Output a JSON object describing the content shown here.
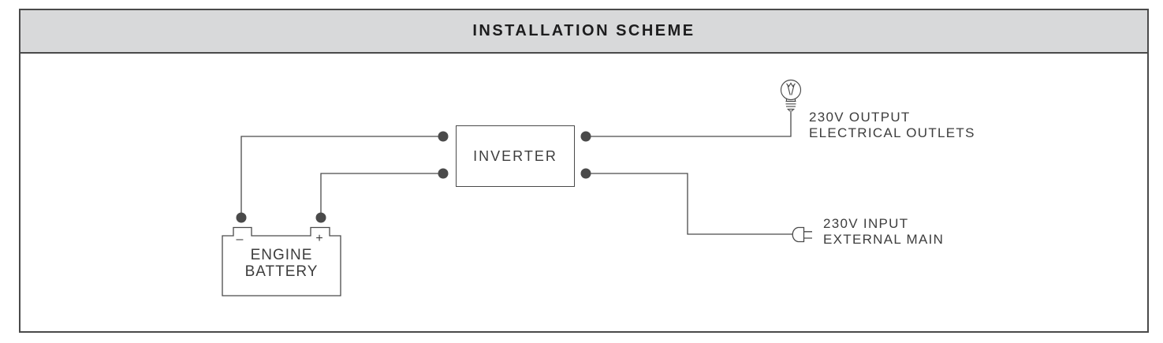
{
  "header": {
    "title": "INSTALLATION SCHEME"
  },
  "colors": {
    "line": "#4a4a4a",
    "text": "#3d3d3d",
    "header_bg": "#d8d9da",
    "title_text": "#1d1d1e",
    "canvas_bg": "#ffffff"
  },
  "diagram": {
    "inverter": {
      "label": "INVERTER"
    },
    "battery": {
      "label_line1": "ENGINE",
      "label_line2": "BATTERY",
      "negative_terminal": "–",
      "positive_terminal": "+"
    },
    "output": {
      "icon": "light-bulb",
      "line1": "230V OUTPUT",
      "line2": "ELECTRICAL OUTLETS"
    },
    "input": {
      "icon": "power-plug",
      "line1": "230V INPUT",
      "line2": "EXTERNAL MAIN"
    }
  }
}
